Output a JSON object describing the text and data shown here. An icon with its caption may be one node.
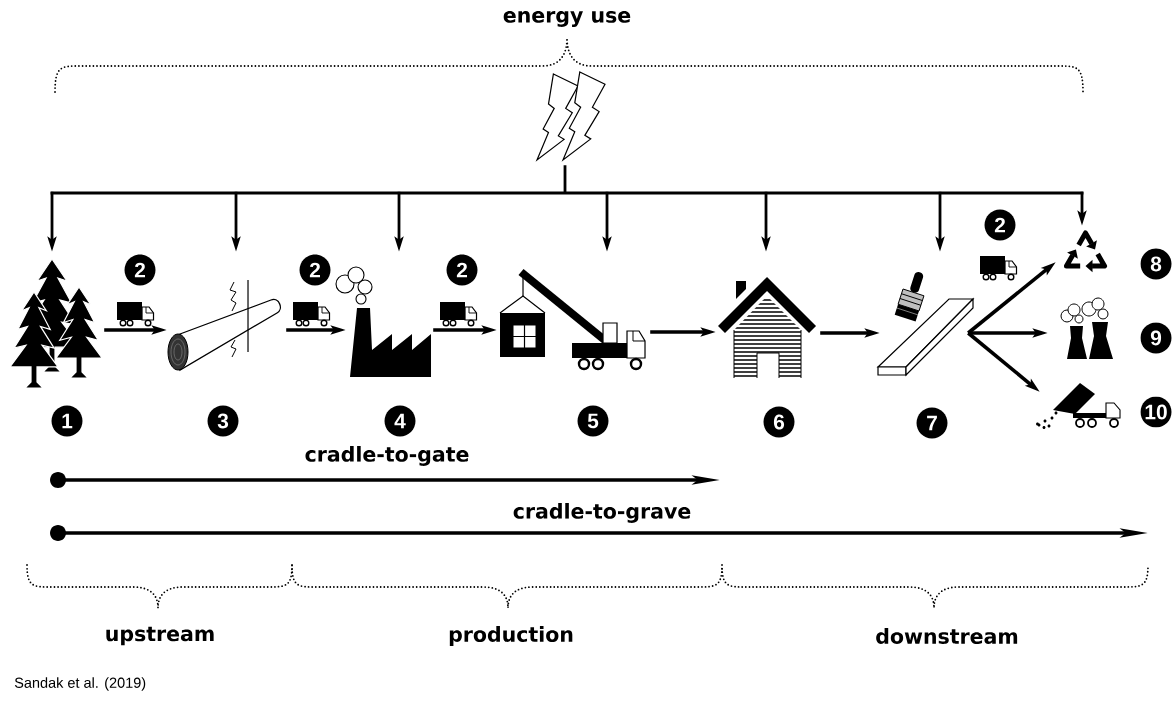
{
  "diagram": {
    "nodes": [
      {
        "text": [],
        "shape": "picture"
      },
      {
        "text": [],
        "shape": "picture",
        "beside": [
          "1"
        ]
      },
      {
        "text": [],
        "shape": "picture",
        "beside": [
          "3"
        ]
      },
      {
        "text": [],
        "shape": "picture",
        "beside": [
          "4"
        ]
      },
      {
        "text": [],
        "shape": "picture",
        "beside": [
          "5"
        ]
      },
      {
        "text": [],
        "shape": "picture",
        "beside": [
          "6"
        ]
      },
      {
        "text": [],
        "shape": "picture",
        "beside": [
          "7"
        ]
      },
      {
        "text": [],
        "shape": "picture",
        "beside": [
          "8"
        ]
      },
      {
        "text": [],
        "shape": "picture",
        "beside": [
          "9"
        ]
      },
      {
        "text": [],
        "shape": "picture",
        "beside": [
          "10"
        ]
      }
    ],
    "edges": [
      {
        "from": 0,
        "to": 1,
        "arrow": "to"
      },
      {
        "from": 0,
        "to": 2,
        "arrow": "to"
      },
      {
        "from": 0,
        "to": 3,
        "arrow": "to"
      },
      {
        "from": 0,
        "to": 4,
        "arrow": "to"
      },
      {
        "from": 0,
        "to": 5,
        "arrow": "to"
      },
      {
        "from": 0,
        "to": 6,
        "arrow": "to"
      },
      {
        "from": 0,
        "to": 7,
        "arrow": "to"
      },
      {
        "from": 1,
        "to": 2,
        "arrow": "to",
        "label": "2"
      },
      {
        "from": 2,
        "to": 3,
        "arrow": "to",
        "label": "2"
      },
      {
        "from": 3,
        "to": 4,
        "arrow": "to",
        "label": "2"
      },
      {
        "from": 4,
        "to": 5,
        "arrow": "to"
      },
      {
        "from": 5,
        "to": 6,
        "arrow": "to"
      },
      {
        "from": 6,
        "to": 7,
        "arrow": "to",
        "label": "2"
      },
      {
        "from": 6,
        "to": 8,
        "arrow": "to"
      },
      {
        "from": 6,
        "to": 9,
        "arrow": "to"
      }
    ],
    "labels": [
      "energy use",
      "cradle-to-gate",
      "cradle-to-grave",
      "upstream",
      "production",
      "downstream"
    ],
    "caption": "Sandak et al. (2019)"
  }
}
